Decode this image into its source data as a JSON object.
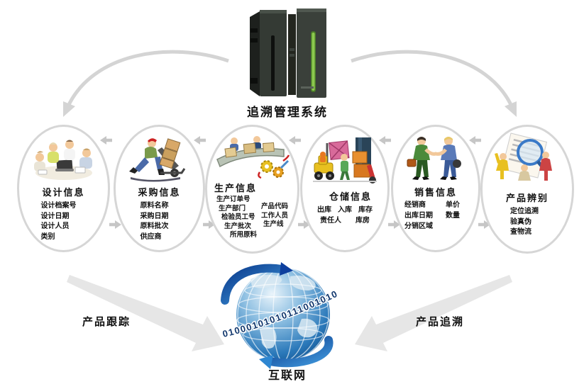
{
  "server": {
    "label": "追溯管理系统",
    "icon": "server-tower-icon"
  },
  "internet": {
    "label": "互联网",
    "binary": "01000101010111001010",
    "icon": "globe-icon"
  },
  "flow_labels": {
    "left": "产品跟踪",
    "right": "产品追溯"
  },
  "nodes": [
    {
      "title": "设计信息",
      "icon": "design-team-icon",
      "lines": [
        "设计档案号",
        "设计日期",
        "设计人员",
        "类别"
      ]
    },
    {
      "title": "采购信息",
      "icon": "hand-truck-icon",
      "lines": [
        "原料名称",
        "采购日期",
        "原料批次",
        "供应商"
      ]
    },
    {
      "title": "生产信息",
      "icon": "conveyor-gears-icon",
      "lines_left": [
        "生产订单号",
        "生产部门",
        "检验员工号",
        "生产批次",
        "所用原料"
      ],
      "lines_right": [
        "产品代码",
        "工作人员",
        "生产线"
      ]
    },
    {
      "title": "仓储信息",
      "icon": "forklift-warehouse-icon",
      "rows": [
        [
          "出库",
          "入库",
          "库存"
        ],
        [
          "责任人",
          "库房"
        ]
      ]
    },
    {
      "title": "销售信息",
      "icon": "handshake-icon",
      "rows": [
        [
          "经销商",
          "单价"
        ],
        [
          "出库日期",
          "数量"
        ],
        [
          "分销区域"
        ]
      ]
    },
    {
      "title": "产品辨别",
      "icon": "magnifier-document-icon",
      "lines": [
        "定位追溯",
        "验真伪",
        "查物流"
      ]
    }
  ],
  "colors": {
    "server_dark": "#2e332e",
    "server_green": "#7cc142",
    "globe_blue": "#1b6cb2",
    "swoosh_blue": "#0d3f9e",
    "big_arrow_gray": "#e6e6e6",
    "curve_arrow_gray": "#d4d4d4",
    "small_arrow_gray": "#c6c6c6",
    "ellipse_border": "#d6d6d6",
    "text_color": "#111111"
  }
}
